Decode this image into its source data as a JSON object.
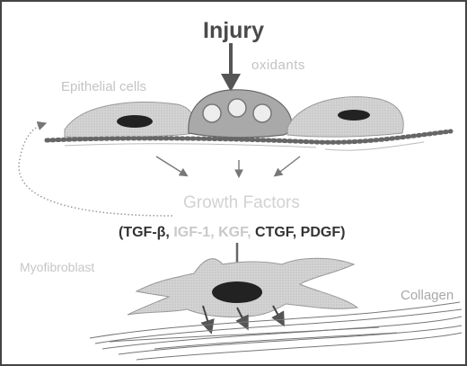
{
  "labels": {
    "injury": "Injury",
    "oxidants": "oxidants",
    "epithelial_cells": "Epithelial cells",
    "growth_factors": "Growth Factors",
    "factor_list": {
      "open": "(TGF-β,",
      "igf": "IGF-1,",
      "kgf": "KGF,",
      "rest": "CTGF, PDGF)"
    },
    "myofibroblast": "Myofibroblast",
    "collagen": "Collagen"
  },
  "colors": {
    "cell_fill": "#cfcfcf",
    "nucleus": "#222222",
    "membrane_dots": "#555555",
    "arrow": "#555555"
  }
}
